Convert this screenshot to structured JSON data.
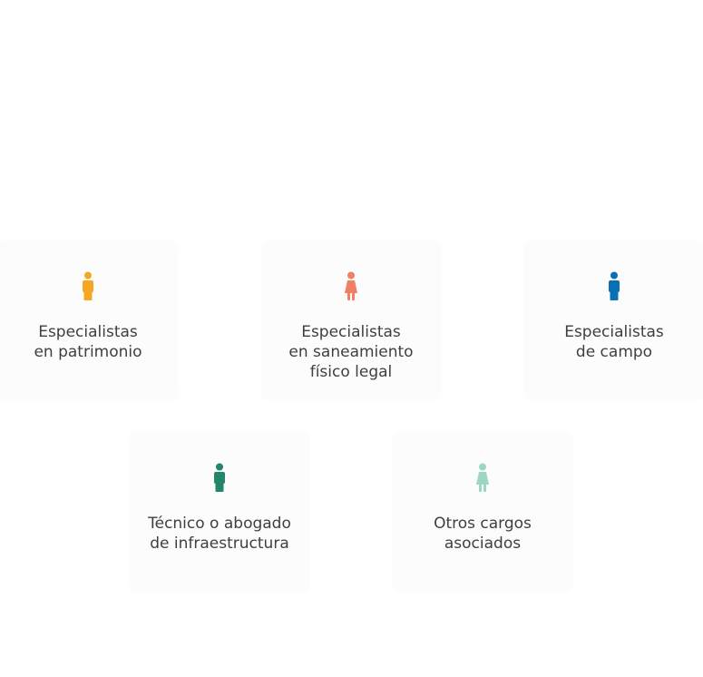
{
  "cards": [
    {
      "icon": "male-person-icon",
      "color": "#F5A623",
      "lines": [
        "Especialistas",
        "en patrimonio"
      ]
    },
    {
      "icon": "female-person-icon",
      "color": "#F07F63",
      "lines": [
        "Especialistas",
        "en saneamiento",
        "físico legal"
      ]
    },
    {
      "icon": "male-person-icon",
      "color": "#0B6FB5",
      "lines": [
        "Especialistas",
        "de campo"
      ]
    },
    {
      "icon": "male-person-icon",
      "color": "#23866B",
      "lines": [
        "Técnico o abogado",
        "de infraestructura"
      ]
    },
    {
      "icon": "female-person-icon",
      "color": "#9BD7C2",
      "lines": [
        "Otros cargos",
        "asociados"
      ]
    }
  ]
}
